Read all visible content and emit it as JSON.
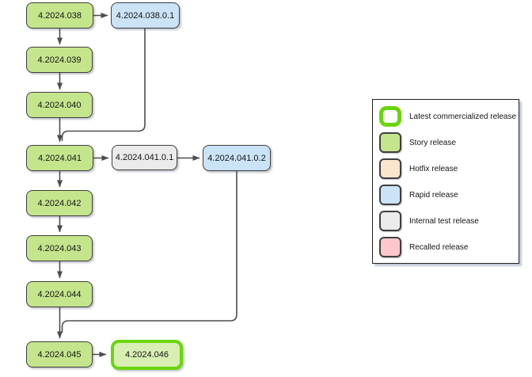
{
  "diagram": {
    "nodes": [
      {
        "id": "4.2024.038",
        "label": "4.2024.038",
        "type": "story"
      },
      {
        "id": "4.2024.038.0.1",
        "label": "4.2024.038.0.1",
        "type": "rapid"
      },
      {
        "id": "4.2024.039",
        "label": "4.2024.039",
        "type": "story"
      },
      {
        "id": "4.2024.040",
        "label": "4.2024.040",
        "type": "story"
      },
      {
        "id": "4.2024.041",
        "label": "4.2024.041",
        "type": "story"
      },
      {
        "id": "4.2024.041.0.1",
        "label": "4.2024.041.0.1",
        "type": "internal_test"
      },
      {
        "id": "4.2024.041.0.2",
        "label": "4.2024.041.0.2",
        "type": "rapid"
      },
      {
        "id": "4.2024.042",
        "label": "4.2024.042",
        "type": "story"
      },
      {
        "id": "4.2024.043",
        "label": "4.2024.043",
        "type": "story"
      },
      {
        "id": "4.2024.044",
        "label": "4.2024.044",
        "type": "story"
      },
      {
        "id": "4.2024.045",
        "label": "4.2024.045",
        "type": "story"
      },
      {
        "id": "4.2024.046",
        "label": "4.2024.046",
        "type": "story_latest"
      }
    ],
    "edges": [
      {
        "from": "4.2024.038",
        "to": "4.2024.038.0.1"
      },
      {
        "from": "4.2024.038",
        "to": "4.2024.039"
      },
      {
        "from": "4.2024.039",
        "to": "4.2024.040"
      },
      {
        "from": "4.2024.040",
        "to": "4.2024.041"
      },
      {
        "from": "4.2024.038.0.1",
        "to": "4.2024.041"
      },
      {
        "from": "4.2024.041",
        "to": "4.2024.041.0.1"
      },
      {
        "from": "4.2024.041.0.1",
        "to": "4.2024.041.0.2"
      },
      {
        "from": "4.2024.041",
        "to": "4.2024.042"
      },
      {
        "from": "4.2024.042",
        "to": "4.2024.043"
      },
      {
        "from": "4.2024.043",
        "to": "4.2024.044"
      },
      {
        "from": "4.2024.044",
        "to": "4.2024.045"
      },
      {
        "from": "4.2024.041.0.2",
        "to": "4.2024.045"
      },
      {
        "from": "4.2024.045",
        "to": "4.2024.046"
      }
    ]
  },
  "legend": {
    "items": [
      {
        "label": "Latest commercialized release",
        "type": "latest"
      },
      {
        "label": "Story release",
        "type": "story"
      },
      {
        "label": "Hotfix release",
        "type": "hotfix"
      },
      {
        "label": "Rapid release",
        "type": "rapid"
      },
      {
        "label": "Internal test release",
        "type": "internal_test"
      },
      {
        "label": "Recalled release",
        "type": "recalled"
      }
    ]
  },
  "colors": {
    "story_fill": "#c5e58c",
    "latest_fill": "#d9eeb3",
    "rapid_fill": "#cbe3f7",
    "internal_fill": "#ebebeb",
    "hotfix_fill": "#fbe5cd",
    "recalled_fill": "#ffc6cc",
    "latest_border": "#69d60d",
    "node_border": "#3f3f3f",
    "edge": "#4d4d4d"
  }
}
